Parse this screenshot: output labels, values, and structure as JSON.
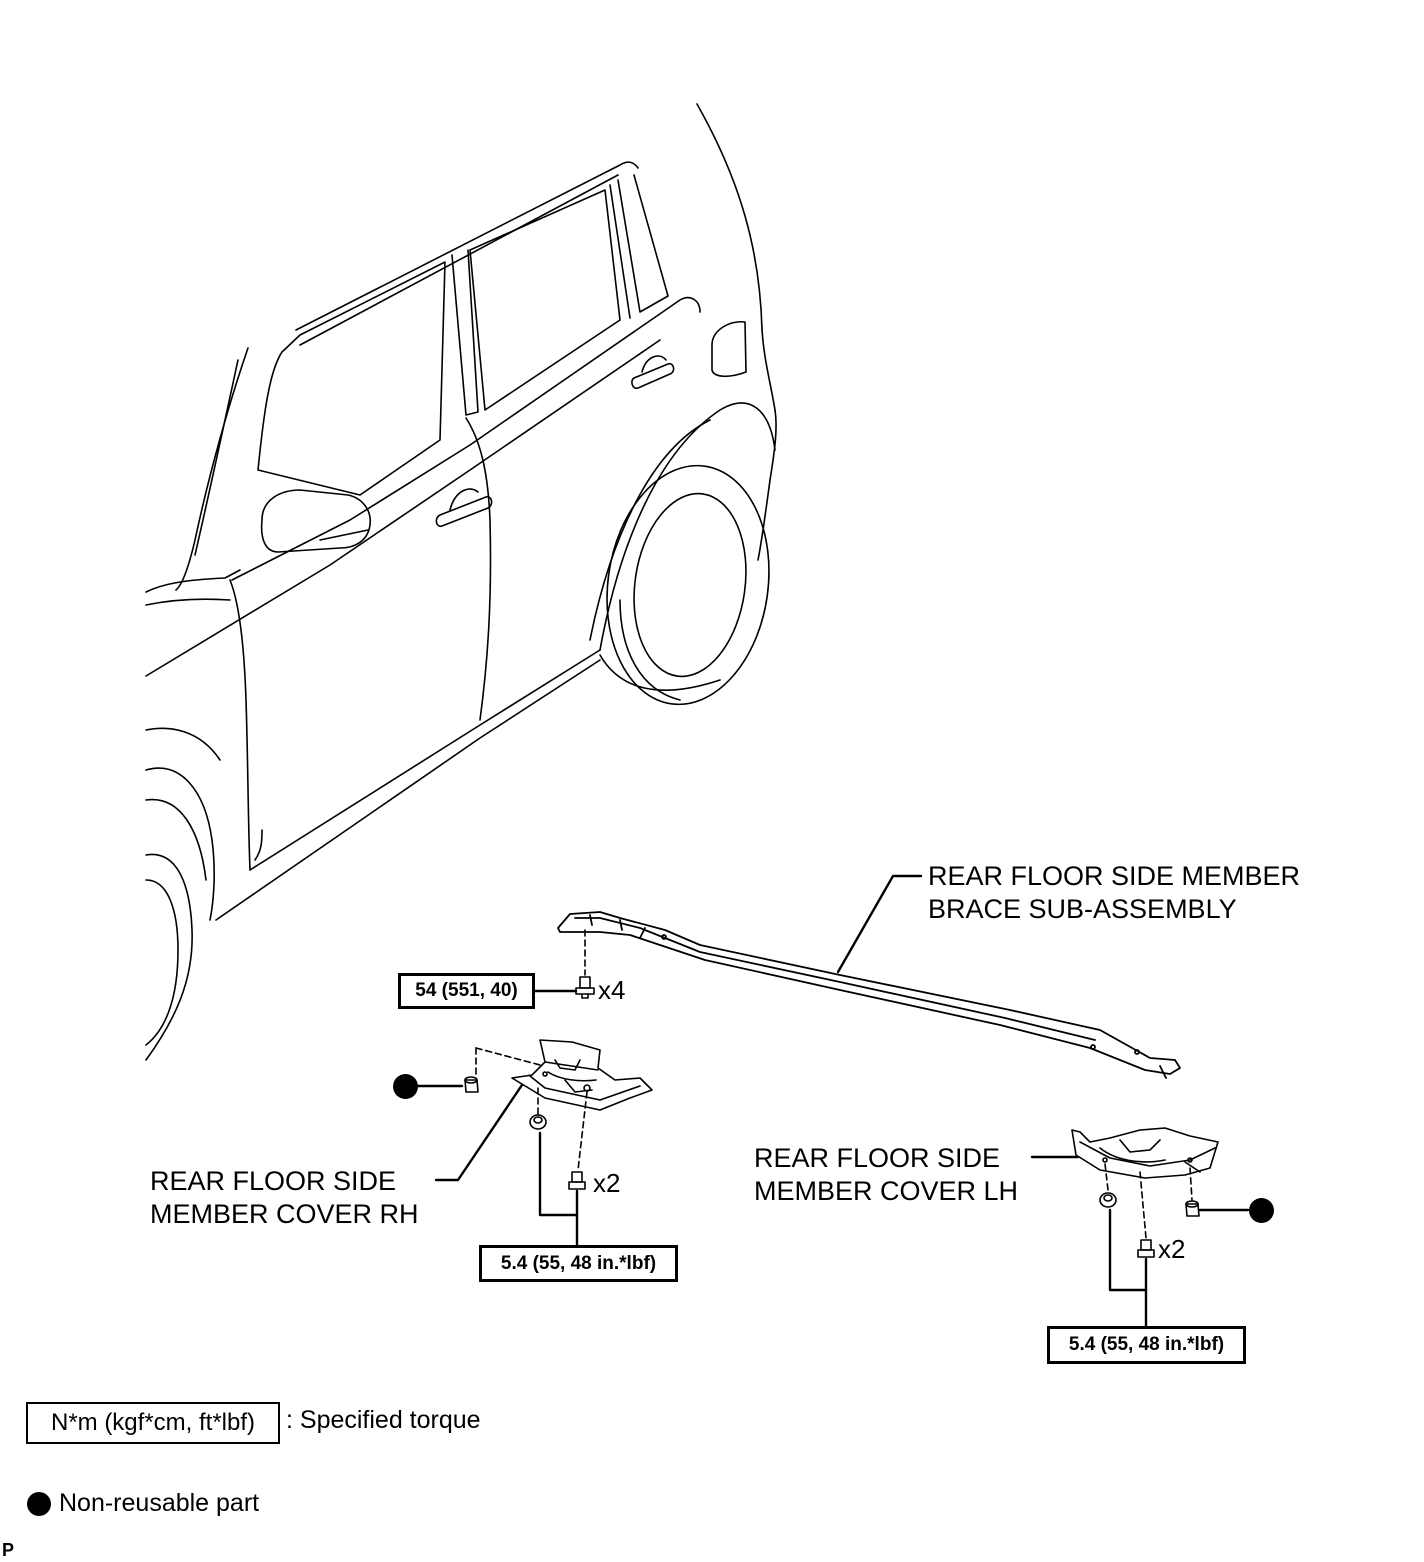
{
  "labels": {
    "brace_line1": "REAR FLOOR SIDE MEMBER",
    "brace_line2": "BRACE SUB-ASSEMBLY",
    "cover_rh_line1": "REAR FLOOR SIDE",
    "cover_rh_line2": "MEMBER COVER RH",
    "cover_lh_line1": "REAR FLOOR SIDE",
    "cover_lh_line2": "MEMBER COVER LH"
  },
  "torques": {
    "brace_bolt": "54 (551, 40)",
    "rh_cover": "5.4 (55, 48 in.*lbf)",
    "lh_cover": "5.4 (55, 48 in.*lbf)"
  },
  "quantities": {
    "brace_bolts": "x4",
    "rh_bolts": "x2",
    "lh_bolts": "x2"
  },
  "legend": {
    "torque_unit": "N*m (kgf*cm, ft*lbf)",
    "torque_desc": ": Specified torque",
    "nonreusable_desc": "Non-reusable part"
  },
  "figure_code": "P"
}
